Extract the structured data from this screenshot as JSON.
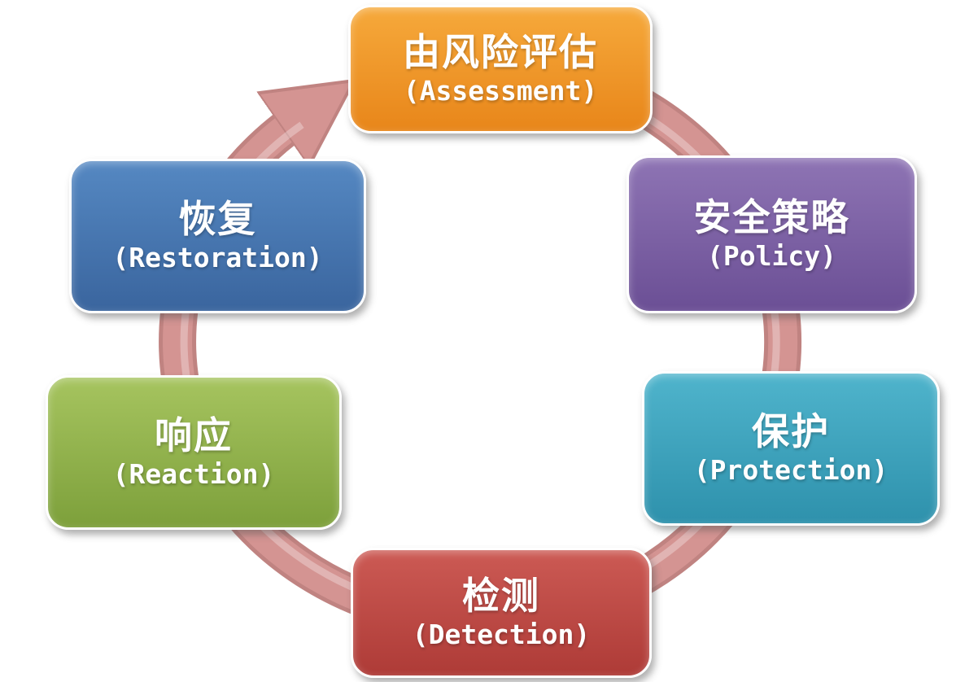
{
  "diagram": {
    "arrow": {
      "color": "#D49492",
      "edge_color": "#C08381",
      "highlight_color": "rgba(255,255,255,0.30)",
      "direction": "clockwise"
    },
    "nodes": [
      {
        "id": "assessment",
        "zh": "由风险评估",
        "en": "(Assessment)",
        "colors": {
          "top": "#F6A93B",
          "bottom": "#E8861A"
        }
      },
      {
        "id": "policy",
        "zh": "安全策略",
        "en": "(Policy)",
        "colors": {
          "top": "#8E74B4",
          "bottom": "#6B4F95"
        }
      },
      {
        "id": "protection",
        "zh": "保护",
        "en": "(Protection)",
        "colors": {
          "top": "#4FB4CC",
          "bottom": "#2E91AC"
        }
      },
      {
        "id": "detection",
        "zh": "检测",
        "en": "(Detection)",
        "colors": {
          "top": "#CC5A54",
          "bottom": "#AE3B37"
        }
      },
      {
        "id": "reaction",
        "zh": "响应",
        "en": "(Reaction)",
        "colors": {
          "top": "#A6C45F",
          "bottom": "#7DA03B"
        }
      },
      {
        "id": "restoration",
        "zh": "恢复",
        "en": "(Restoration)",
        "colors": {
          "top": "#5588C2",
          "bottom": "#3A659E"
        }
      }
    ]
  }
}
